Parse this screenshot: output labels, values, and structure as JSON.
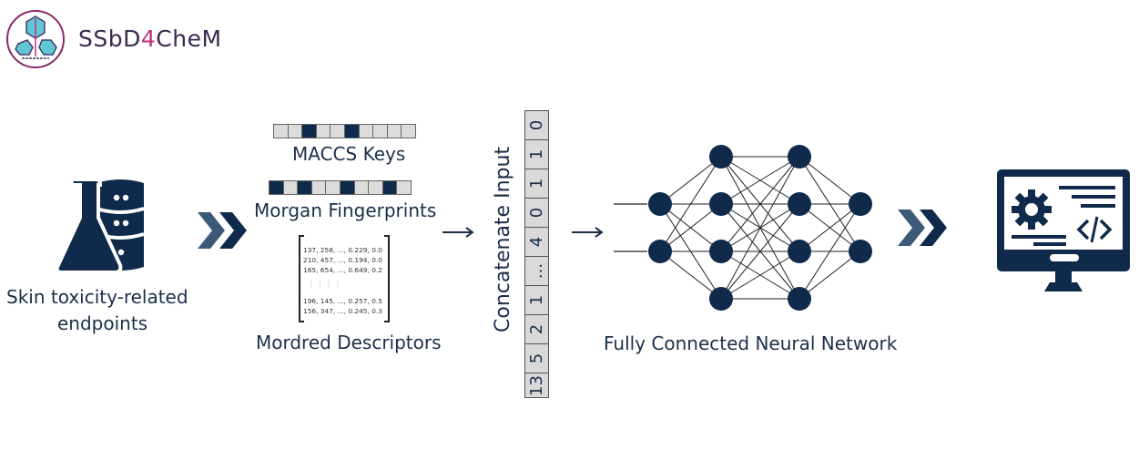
{
  "logo": {
    "name": "logo-ssbd4chem",
    "text_parts": [
      "SSbD",
      "4",
      "CheM"
    ]
  },
  "source": {
    "icon": "flask-database-icon",
    "label_line1": "Skin toxicity-related",
    "label_line2": "endpoints"
  },
  "features": {
    "maccs": {
      "label": "MACCS Keys",
      "bits": [
        0,
        0,
        1,
        0,
        0,
        1,
        0,
        0,
        0,
        0
      ]
    },
    "morgan": {
      "label": "Morgan Fingerprints",
      "bits": [
        1,
        0,
        1,
        0,
        0,
        1,
        0,
        0,
        1,
        0
      ]
    },
    "mordred": {
      "label": "Mordred Descriptors",
      "rows": [
        "137, 258, ..., 0.229, 0.0",
        "210, 457, ..., 0.194, 0.0",
        "165, 654, ..., 0.649, 0.2",
        "⋮      ⋮              ⋮       ⋮",
        "196, 145, ..., 0.257, 0.5",
        "156, 347, ..., 0.245, 0.3"
      ]
    }
  },
  "concatenate": {
    "label": "Concatenate Input",
    "values": [
      "0",
      "1",
      "1",
      "0",
      "4",
      "...",
      "1",
      "2",
      "5",
      "13"
    ]
  },
  "network": {
    "label": "Fully Connected Neural Network",
    "layers": [
      2,
      4,
      4,
      2
    ],
    "inputs": 2
  },
  "output": {
    "icon": "monitor-gear-code-icon"
  },
  "colors": {
    "navy": "#0f2a4a",
    "chevron_light": "#3c5a78",
    "logo_purple": "#3a2a52",
    "logo_pink": "#c0327a",
    "logo_teal": "#5fc8d4"
  }
}
